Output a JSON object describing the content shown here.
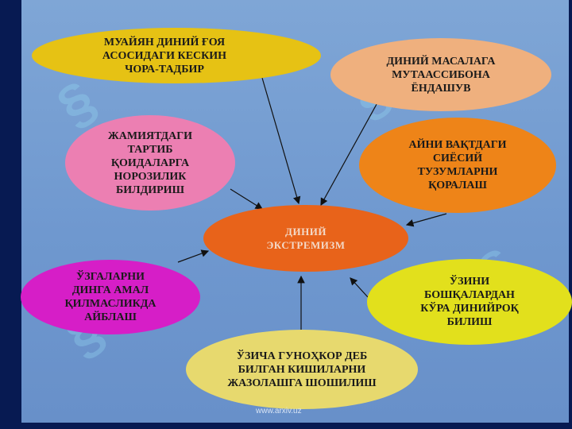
{
  "diagram": {
    "center": "ДИНИЙ ЭКСТРЕМИЗМ",
    "nodes": [
      {
        "id": "n1",
        "text": "МУАЙЯН ДИНИЙ ҒОЯ АСОСИДАГИ КЕСКИН ЧОРА-ТАДБИР",
        "color": "#e6c214"
      },
      {
        "id": "n2",
        "text": "ДИНИЙ МАСАЛАГА МУТААССИБОНА ЁНДАШУВ",
        "color": "#efb07e"
      },
      {
        "id": "n3",
        "text": "ЖАМИЯТДАГИ ТАРТИБ ҚОИДАЛАРГА НОРОЗИЛИК БИЛДИРИШ",
        "color": "#ec7fb2"
      },
      {
        "id": "n4",
        "text": "АЙНИ ВАҚТДАГИ СИЁСИЙ ТУЗУМЛАРНИ ҚОРАЛАШ",
        "color": "#ee8418"
      },
      {
        "id": "n5",
        "text": "ЎЗГАЛАРНИ ДИНГА АМАЛ ҚИЛМАСЛИКДА АЙБЛАШ",
        "color": "#d61ec7"
      },
      {
        "id": "n6",
        "text": "ЎЗИНИ БОШҚАЛАРДАН КЎРА ДИНИЙРОҚ БИЛИШ",
        "color": "#e2e01c"
      },
      {
        "id": "n7",
        "text": "ЎЗИЧА ГУНОҲКОР ДЕБ БИЛГАН КИШИЛАРНИ ЖАЗОЛАШГА ШОШИЛИШ",
        "color": "#e7d96e"
      }
    ],
    "center_color": "#e8631a"
  },
  "footer": "www.arxiv.uz"
}
